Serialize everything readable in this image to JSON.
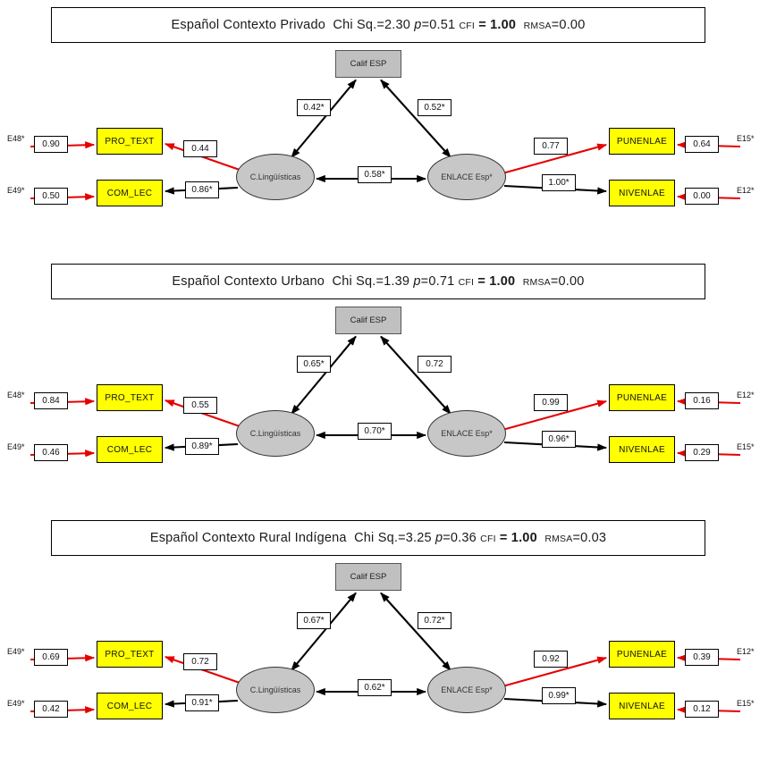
{
  "figure": {
    "type": "sem-path-diagram-set",
    "panel_count": 3,
    "colors": {
      "observed_fill": "#FFFF00",
      "latent_fill": "#C7C7C7",
      "grouping_fill": "#C0C0C0",
      "error_path": "#E60000",
      "standard_path": "#000000",
      "background": "#FFFFFF"
    },
    "node_labels": {
      "calif": "Calif ESP",
      "ling": "C.Lingüísticas",
      "enlace": "ENLACE Esp*",
      "pro_text": "PRO_TEXT",
      "com_lec": "COM_LEC",
      "punenlae": "PUNENLAE",
      "nivenlae": "NIVENLAE"
    }
  },
  "panels": [
    {
      "id": "privado",
      "title": {
        "group": "Español Contexto Privado",
        "chi_sq": "Chi Sq.=2.30",
        "p": "p=0.51",
        "cfi_label": "CFI",
        "cfi_value": "= 1.00",
        "rmsa_label": "RMSA",
        "rmsa_value": "=0.00"
      },
      "errors": {
        "pro_text": "E48*",
        "com_lec": "E49*",
        "punenlae": "E15*",
        "nivenlae": "E12*"
      },
      "paths": {
        "err_pro_text": "0.90",
        "err_com_lec": "0.50",
        "ling_to_pro_text": "0.44",
        "ling_to_com_lec": "0.86*",
        "ling_to_calif": "0.42*",
        "enlace_to_calif": "0.52*",
        "ling_enlace": "0.58*",
        "enlace_to_punenlae": "0.77",
        "enlace_to_nivenlae": "1.00*",
        "err_punenlae": "0.64",
        "err_nivenlae": "0.00"
      }
    },
    {
      "id": "urbano",
      "title": {
        "group": "Español Contexto Urbano",
        "chi_sq": "Chi Sq.=1.39",
        "p": "p=0.71",
        "cfi_label": "CFI",
        "cfi_value": "= 1.00",
        "rmsa_label": "RMSA",
        "rmsa_value": "=0.00"
      },
      "errors": {
        "pro_text": "E48*",
        "com_lec": "E49*",
        "punenlae": "E12*",
        "nivenlae": "E15*"
      },
      "paths": {
        "err_pro_text": "0.84",
        "err_com_lec": "0.46",
        "ling_to_pro_text": "0.55",
        "ling_to_com_lec": "0.89*",
        "ling_to_calif": "0.65*",
        "enlace_to_calif": "0.72",
        "ling_enlace": "0.70*",
        "enlace_to_punenlae": "0.99",
        "enlace_to_nivenlae": "0.96*",
        "err_punenlae": "0.16",
        "err_nivenlae": "0.29"
      }
    },
    {
      "id": "rural-indigena",
      "title": {
        "group": "Español Contexto Rural Indígena",
        "chi_sq": "Chi Sq.=3.25",
        "p": "p=0.36",
        "cfi_label": "CFI",
        "cfi_value": "= 1.00",
        "rmsa_label": "RMSA",
        "rmsa_value": "=0.03"
      },
      "errors": {
        "pro_text": "E49*",
        "com_lec": "E49*",
        "punenlae": "E12*",
        "nivenlae": "E15*"
      },
      "paths": {
        "err_pro_text": "0.69",
        "err_com_lec": "0.42",
        "ling_to_pro_text": "0.72",
        "ling_to_com_lec": "0.91*",
        "ling_to_calif": "0.67*",
        "enlace_to_calif": "0.72*",
        "ling_enlace": "0.62*",
        "enlace_to_punenlae": "0.92",
        "enlace_to_nivenlae": "0.99*",
        "err_punenlae": "0.39",
        "err_nivenlae": "0.12"
      }
    }
  ]
}
